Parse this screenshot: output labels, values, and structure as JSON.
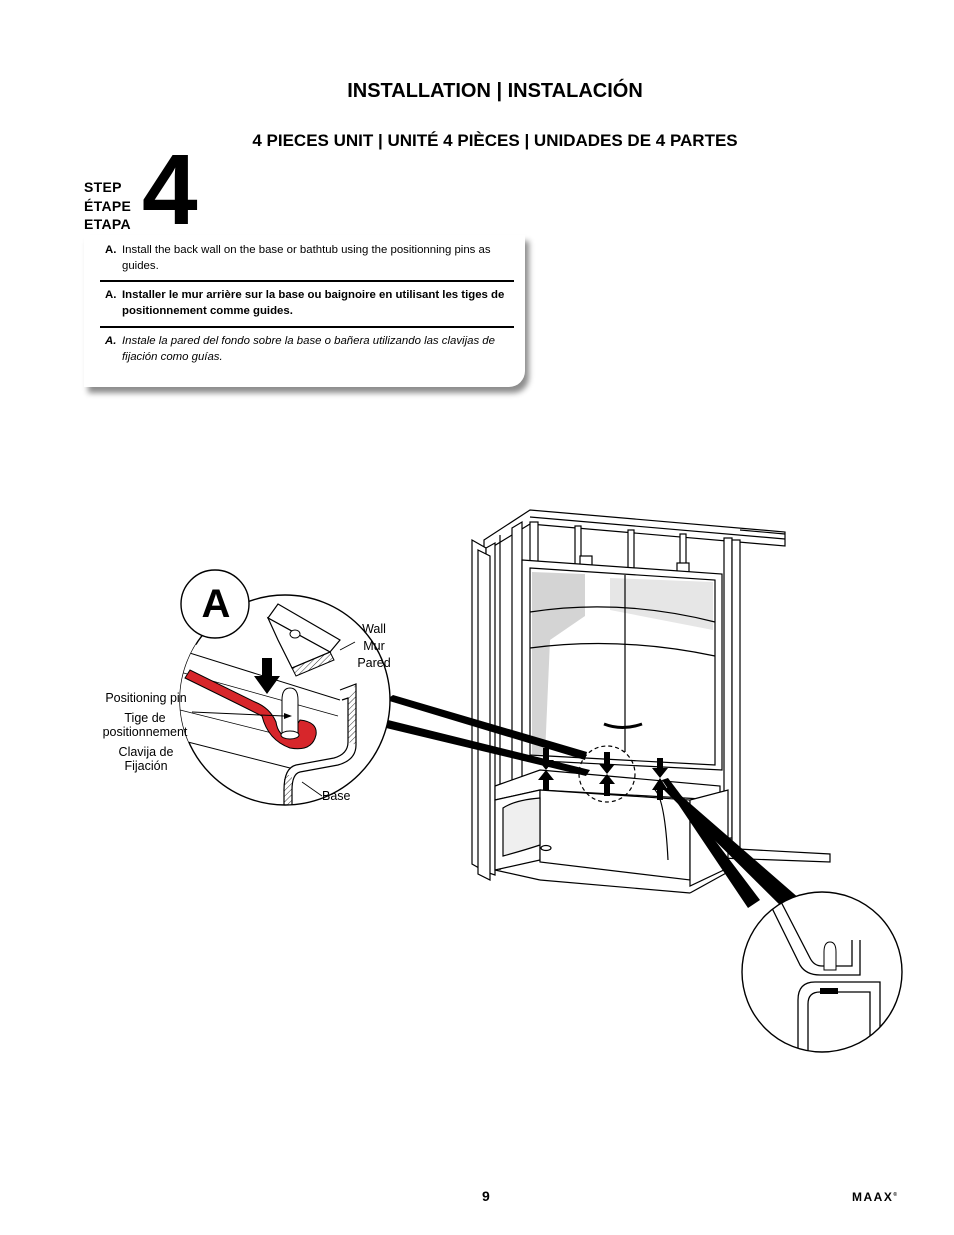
{
  "header": {
    "title": "INSTALLATION | INSTALACIÓN",
    "subtitle": "4 PIECES UNIT | UNITÉ 4 PIÈCES | UNIDADES DE 4 PARTES"
  },
  "step": {
    "words": [
      "STEP",
      "ÉTAPE",
      "ETAPA"
    ],
    "number": "4"
  },
  "instructions": [
    {
      "letter": "A.",
      "text": "Install the back wall on the base or bathtub using the positionning pins as guides."
    },
    {
      "letter": "A.",
      "text": "Installer le mur arrière sur la base ou baignoire en utilisant les tiges de positionnement comme guides."
    },
    {
      "letter": "A.",
      "text": "Instale la pared del fondo sobre la base o bañera utilizando las clavijas de fijación como guías."
    }
  ],
  "detail": {
    "callout_letter": "A",
    "wall_labels": [
      "Wall",
      "Mur",
      "Pared"
    ],
    "pin_label_en": "Positioning pin",
    "pin_label_fr_1": "Tige de",
    "pin_label_fr_2": "positionnement",
    "pin_label_es_1": "Clavija de",
    "pin_label_es_2": "Fijación",
    "base_label": "Base"
  },
  "colors": {
    "sealant_red": "#d7262b",
    "shade_gray": "#d4d4d4"
  },
  "footer": {
    "page_number": "9",
    "brand": "MAAX"
  }
}
